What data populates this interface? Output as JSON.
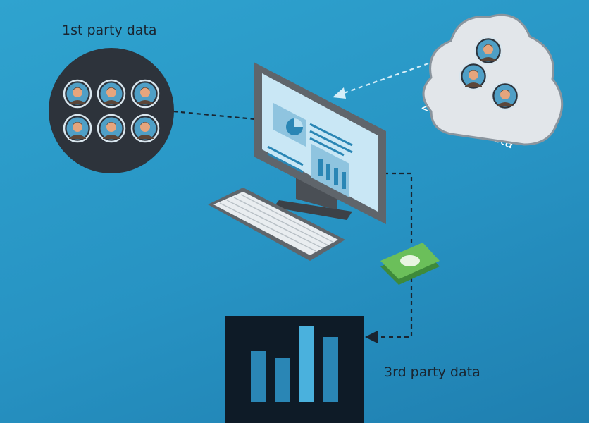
{
  "labels": {
    "first_party": "1st party data",
    "second_party": "2nd party data",
    "third_party": "3rd party data"
  },
  "colors": {
    "background": "#2796c6",
    "dark_panel": "#2d333b",
    "cloud": "#e2e6ea",
    "screen": "#c9e7f5",
    "money": "#6bbf5a",
    "chart_bar": "#2a86b5",
    "chart_bar_highlight": "#4ab1dd"
  },
  "third_party_chart": {
    "values": [
      72,
      62,
      108,
      92
    ]
  }
}
